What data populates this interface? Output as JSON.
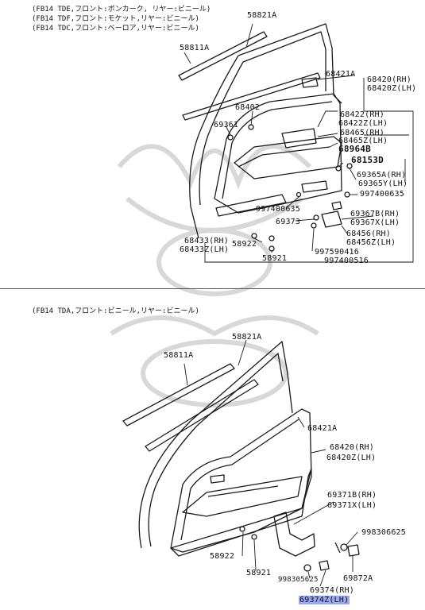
{
  "top": {
    "captions": [
      "(FB14  TDE,フロント:ボンカーク, リヤー:ビニール)",
      "(FB14  TDF,フロント:モケット,リヤー:ビニール)",
      "(FB14  TDC,フロント:ベーロア,リヤー:ビニール)"
    ],
    "labels": {
      "p58821A": "58821A",
      "p58811A": "58811A",
      "p68421A": "68421A",
      "p68420RH": "68420(RH)",
      "p68420LH": "68420Z(LH)",
      "p68402": "68402",
      "p69361": "69361",
      "p68422RH": "68422(RH)",
      "p68422LH": "68422Z(LH)",
      "p68465RH": "68465(RH)",
      "p68465LH": "68465Z(LH)",
      "p68964B": "68964B",
      "p68153D": "68153D",
      "p69365RH": "69365A(RH)",
      "p69365LH": "69365Y(LH)",
      "p997400635": "997400635",
      "p997400635b": "997400635",
      "p69373": "69373",
      "p69367RH": "69367B(RH)",
      "p69367LH": "69367X(LH)",
      "p68456RH": "68456(RH)",
      "p68456LH": "68456Z(LH)",
      "p997590416": "997590416",
      "p997400516": "997400516",
      "p68433RH": "68433(RH)",
      "p68433LH": "68433Z(LH)",
      "p58922": "58922",
      "p58921": "58921"
    }
  },
  "bottom": {
    "caption": "(FB14  TDA,フロント:ビニール,リヤー:ビニール)",
    "labels": {
      "p58821A": "58821A",
      "p58811A": "58811A",
      "p68421A": "68421A",
      "p68420RH": "68420(RH)",
      "p68420LH": "68420Z(LH)",
      "p69371RH": "69371B(RH)",
      "p69371LH": "69371X(LH)",
      "p998306625": "998306625",
      "p998305625": "998305625",
      "p58922": "58922",
      "p58921": "58921",
      "p69872A": "69872A",
      "p69374RH": "69374(RH)",
      "p69374LH": "69374Z(LH)"
    }
  },
  "colors": {
    "line": "#1a1a1a",
    "highlight": "#9aa8ee",
    "watermark": "#d8d8d8"
  }
}
